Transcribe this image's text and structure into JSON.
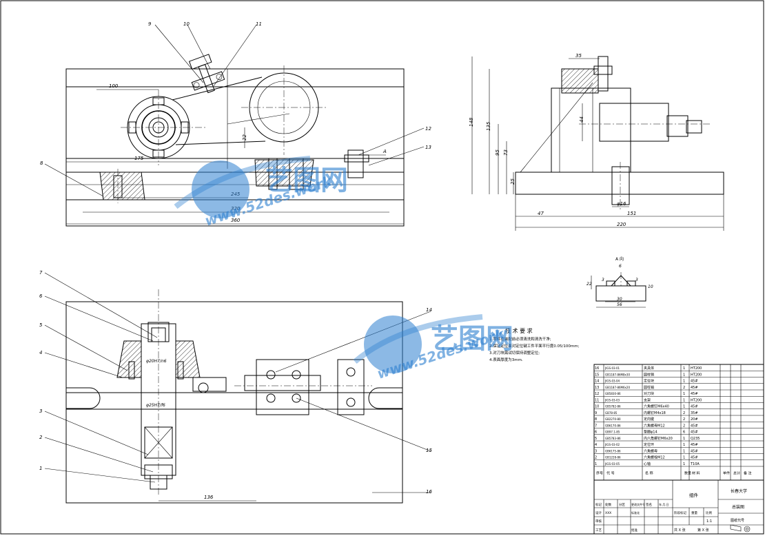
{
  "watermark": {
    "brand": "艺图网",
    "url": "www.52des.work",
    "color": "#2d7fd0"
  },
  "balloons": [
    "1",
    "2",
    "3",
    "4",
    "5",
    "6",
    "7",
    "8",
    "9",
    "10",
    "11",
    "12",
    "13",
    "14",
    "15",
    "16"
  ],
  "front_dims": {
    "d100": "100",
    "d175": "175",
    "d22": "22",
    "d245": "245",
    "d320": "320",
    "d360": "360",
    "arrow_a": "A"
  },
  "side_dims": {
    "d35": "35",
    "d148": "148",
    "d135": "135",
    "d95": "95",
    "d73": "73",
    "d44": "44",
    "d25": "25",
    "d16": "φ16",
    "d151": "151",
    "d47": "47",
    "d220": "220"
  },
  "top_dims": {
    "d136": "136",
    "fit1": "φ20H7/n6",
    "fit2": "φ25H7/f6"
  },
  "a_view": {
    "title": "A 向",
    "d6": "6",
    "d3a": "3",
    "d3b": "3",
    "d22": "22",
    "d30": "30",
    "d56": "56",
    "d10": "10"
  },
  "tech_req": {
    "title": "技 术 要 求",
    "lines": [
      "1.零件在装配前必须清洗和清洗干净;",
      "2.保证定位面对定位键工件平面平行度0.05/100mm;",
      "3.对刀块需试切保持调整定位;",
      "4.表面厚度为3mm."
    ]
  },
  "bom": {
    "rows": [
      [
        "16",
        "JIGS-03-01",
        "夹具体",
        "1",
        "HT200",
        ""
      ],
      [
        "15",
        "GB1187-86M8x30",
        "圆柱销",
        "1",
        "HT200",
        ""
      ],
      [
        "14",
        "JIGS-03-04",
        "定位块",
        "1",
        "45#",
        ""
      ],
      [
        "13",
        "GB1187-86M6x20",
        "圆柱销",
        "2",
        "45#",
        ""
      ],
      [
        "12",
        "GB5830-86",
        "对刀块",
        "1",
        "45#",
        ""
      ],
      [
        "11",
        "JIGS-03-03",
        "支架",
        "1",
        "HT200",
        ""
      ],
      [
        "10",
        "GB5782-86",
        "六角螺钉M6x40",
        "1",
        "45#",
        ""
      ],
      [
        "9",
        "GB78-85",
        "内螺钉M4x18",
        "2",
        "35#",
        ""
      ],
      [
        "8",
        "GB2270-80",
        "定向键",
        "2",
        "20#",
        ""
      ],
      [
        "7",
        "GB6170-86",
        "六角螺母M12",
        "2",
        "45#",
        ""
      ],
      [
        "6",
        "GB97.1-85",
        "垫圈φ14",
        "6",
        "45#",
        ""
      ],
      [
        "5",
        "GB5783-86",
        "内六角螺钉M6x20",
        "1",
        "Q235",
        ""
      ],
      [
        "4",
        "JIGS-03-02",
        "定位环",
        "1",
        "45#",
        ""
      ],
      [
        "3",
        "GB6175-86",
        "六角螺母",
        "1",
        "45#",
        ""
      ],
      [
        "2",
        "GB1228-86",
        "六角螺栓M12",
        "1",
        "45#",
        ""
      ],
      [
        "1",
        "JIGS-03-05",
        "心轴",
        "1",
        "T10A",
        ""
      ]
    ],
    "header": [
      "序号",
      "代 号",
      "名 称",
      "数量",
      "材 料",
      "单件",
      "总计",
      "备 注"
    ]
  },
  "title_block": {
    "part_name": "组件",
    "school": "长春大学",
    "drawing_name": "总装图",
    "scale_label": "比例",
    "scale": "1:1",
    "weight_label": "重量",
    "stage_label": "阶段标记",
    "sheet_a": "共 X 张",
    "sheet_b": "第 X 张",
    "marks": [
      "标记",
      "处数",
      "分区",
      "更改文件号",
      "签名",
      "年.月.日"
    ],
    "roles": [
      "设计",
      "标准化",
      "审核",
      "工艺",
      "批准"
    ],
    "designer": "XXX",
    "code_label": "图纸代号"
  }
}
